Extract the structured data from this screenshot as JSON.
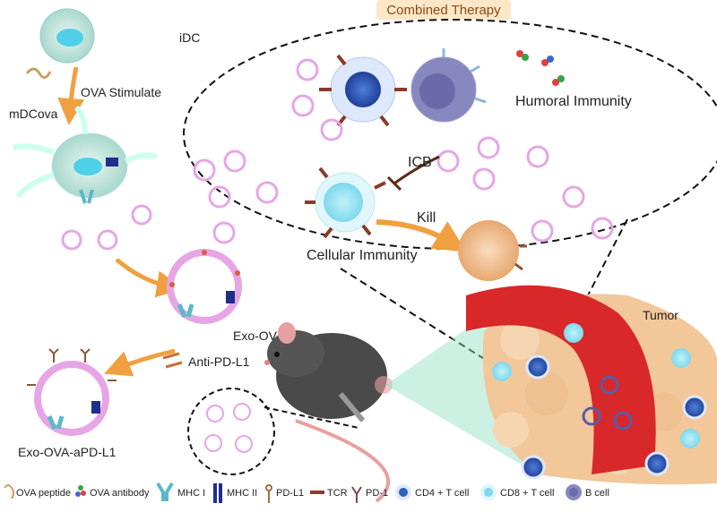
{
  "title": "Combined Therapy",
  "labels": {
    "idc": "iDC",
    "ova_stimulate": "OVA Stimulate",
    "mdcova": "mDCova",
    "exo_ova": "Exo-OVA",
    "anti_pdl1": "Anti-PD-L1",
    "exo_ova_apdl1": "Exo-OVA-aPD-L1",
    "humoral": "Humoral Immunity",
    "icb": "ICB",
    "kill": "Kill",
    "cellular": "Cellular Immunity",
    "tumor": "Tumor"
  },
  "legend": [
    {
      "label": "OVA peptide",
      "icon": "ova-peptide-icon"
    },
    {
      "label": "OVA antibody",
      "icon": "ova-antibody-icon"
    },
    {
      "label": "MHC I",
      "icon": "mhc-i-icon"
    },
    {
      "label": "MHC II",
      "icon": "mhc-ii-icon"
    },
    {
      "label": "PD-L1",
      "icon": "pd-l1-icon"
    },
    {
      "label": "TCR",
      "icon": "tcr-icon"
    },
    {
      "label": "PD-1",
      "icon": "pd-1-icon"
    },
    {
      "label": "CD4 + T cell",
      "icon": "cd4-t-cell-icon"
    },
    {
      "label": "CD8 + T cell",
      "icon": "cd8-t-cell-icon"
    },
    {
      "label": "B cell",
      "icon": "b-cell-icon"
    }
  ],
  "colors": {
    "arrow": "#f0a040",
    "title_bg": "#fde7c8",
    "title_text": "#8a4a10",
    "vessel": "#d8282a",
    "tumor": "#f2c79a",
    "cd4": "#2f5fb8",
    "cd8": "#7fd8ec",
    "bcell": "#8888c0",
    "exosome": "#e6a6e6"
  }
}
